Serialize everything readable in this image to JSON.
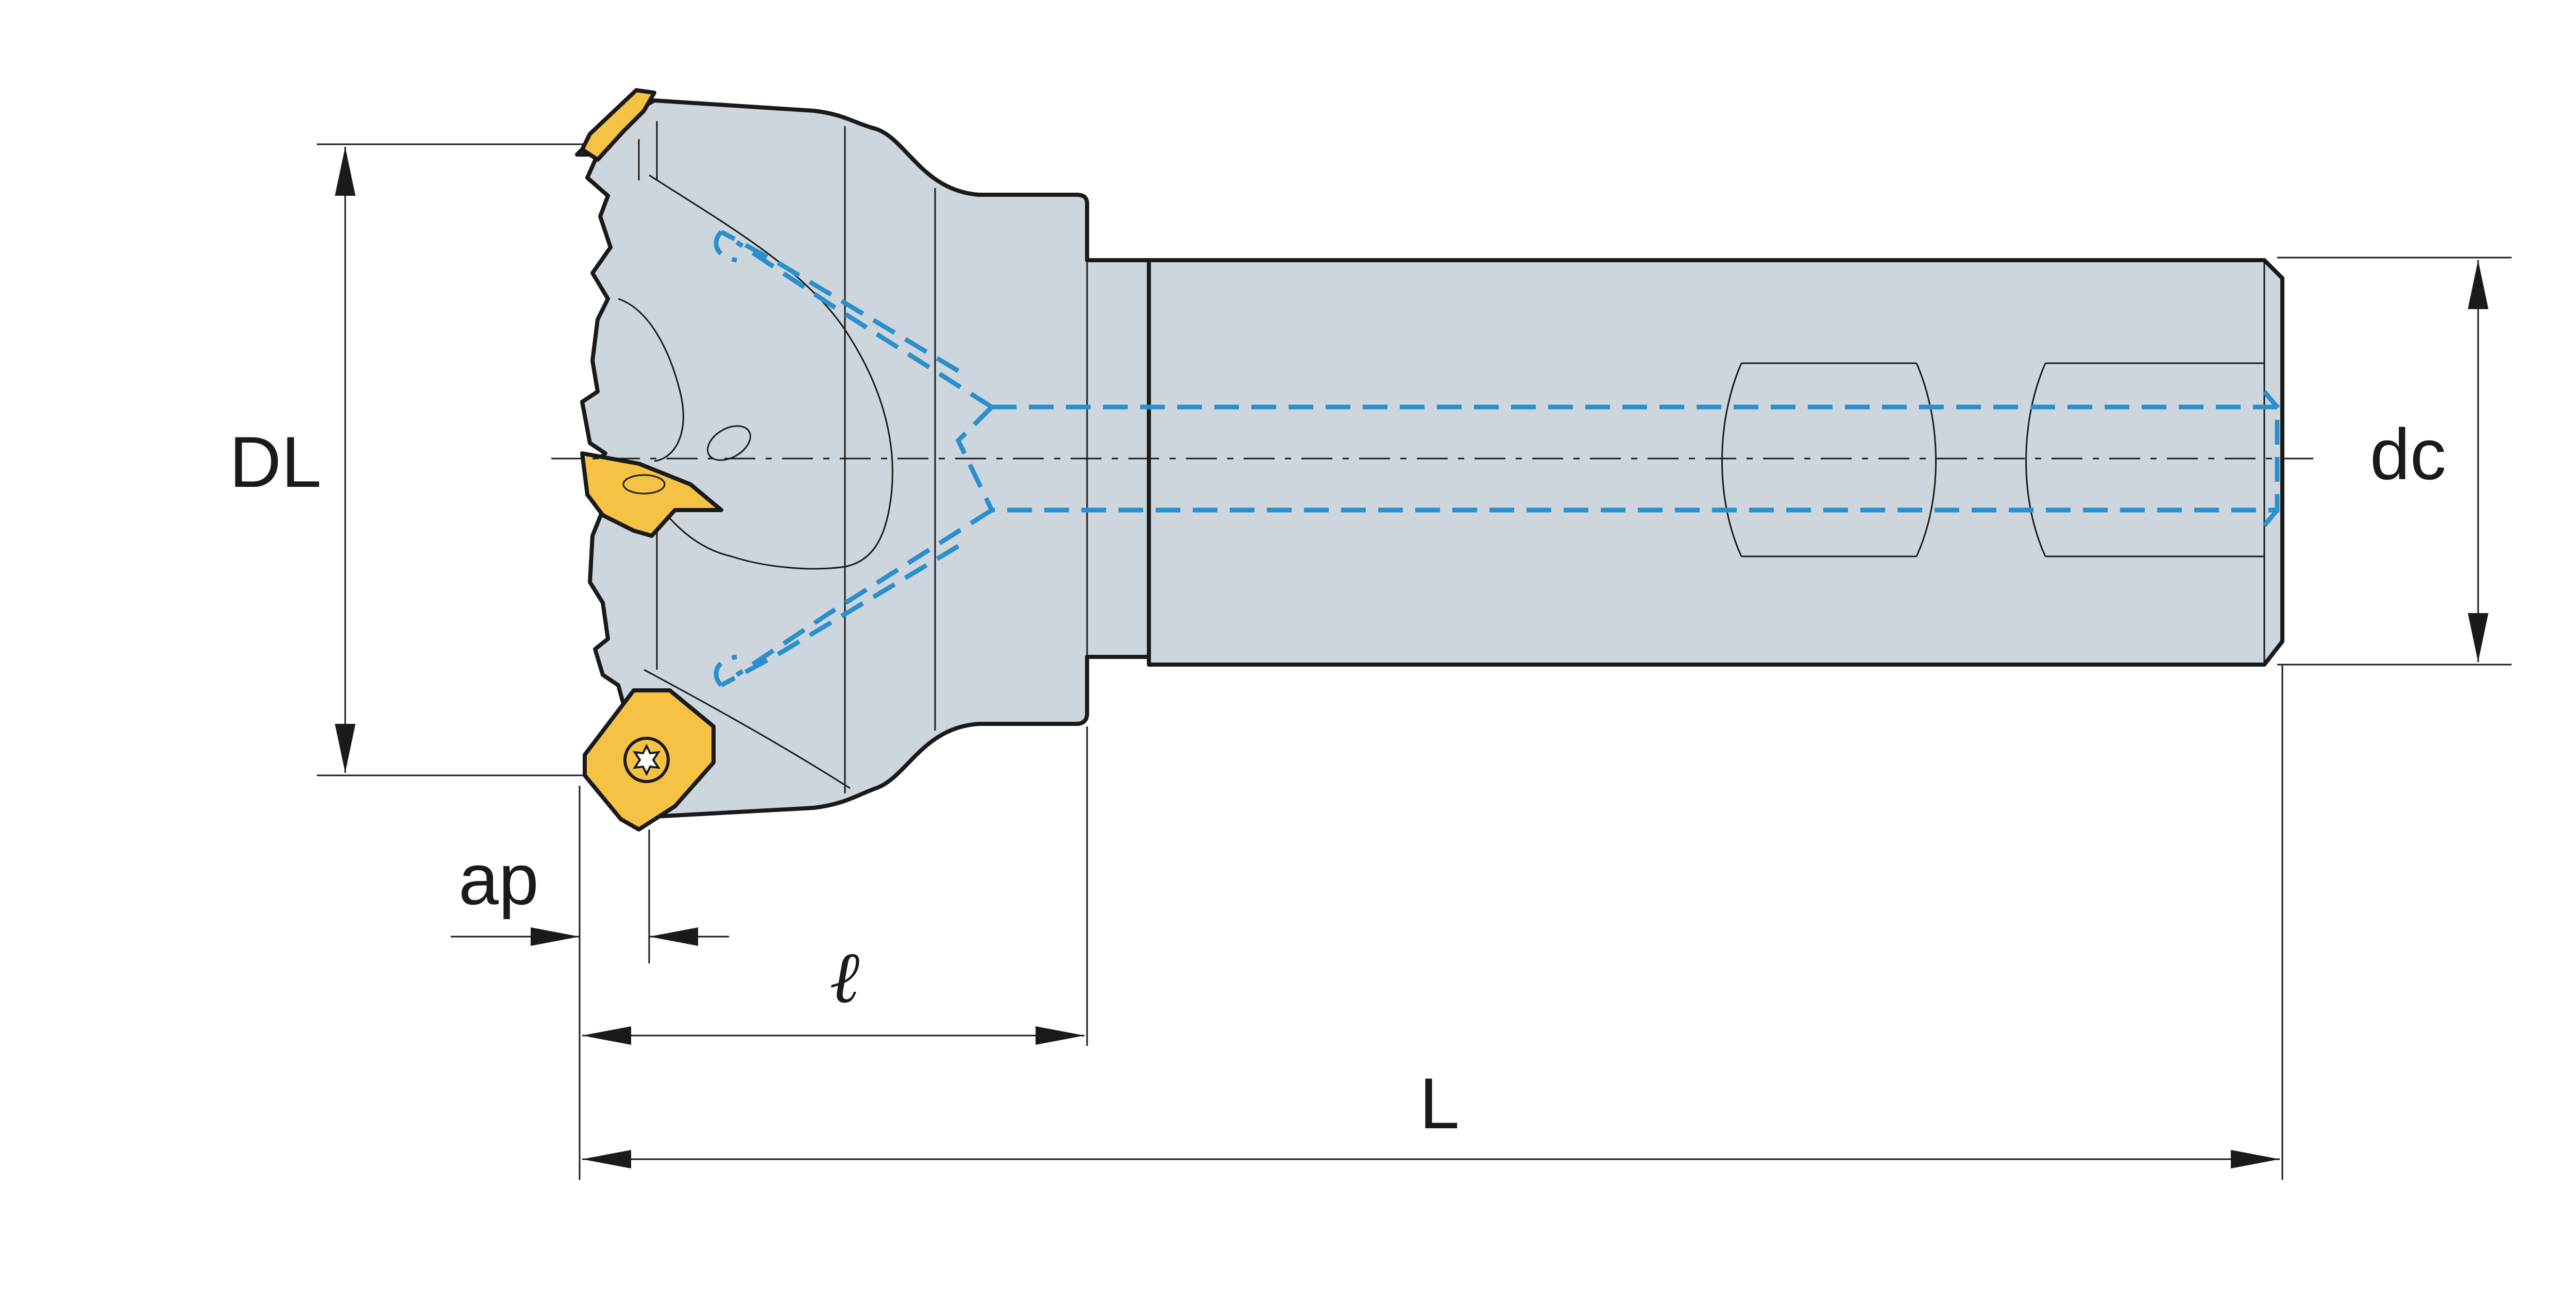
{
  "labels": {
    "dl": "DL",
    "dc": "dc",
    "ap": "ap",
    "l": "ℓ",
    "L": "L"
  },
  "colors": {
    "body": "#cdd6dd",
    "outline": "#1a1a1a",
    "coolant": "#2a8fcc",
    "insert": "#f5c243"
  }
}
